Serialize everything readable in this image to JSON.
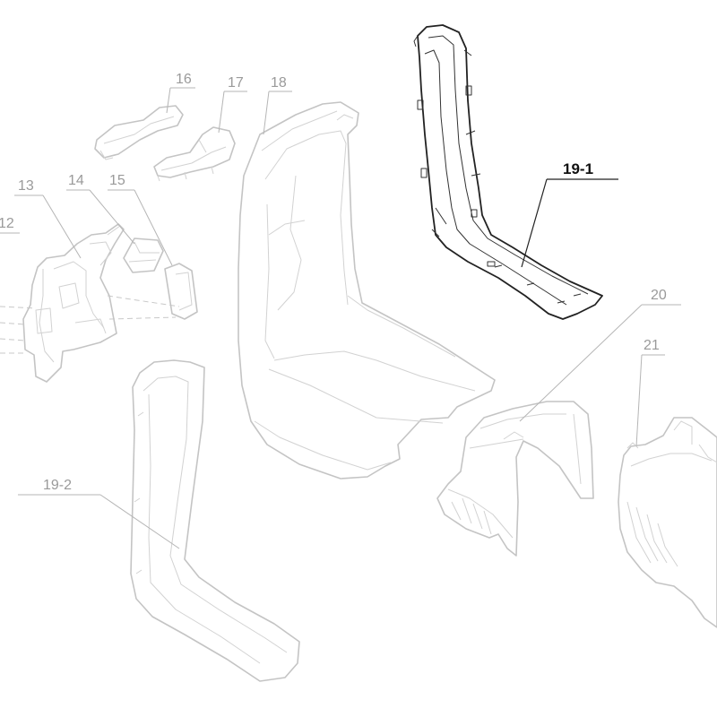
{
  "diagram": {
    "callouts": [
      {
        "id": "12",
        "text": "12"
      },
      {
        "id": "13",
        "text": "13"
      },
      {
        "id": "14",
        "text": "14"
      },
      {
        "id": "15",
        "text": "15"
      },
      {
        "id": "16",
        "text": "16"
      },
      {
        "id": "17",
        "text": "17"
      },
      {
        "id": "18",
        "text": "18"
      },
      {
        "id": "19-1",
        "text": "19-1",
        "highlighted": true
      },
      {
        "id": "19-2",
        "text": "19-2"
      },
      {
        "id": "20",
        "text": "20"
      },
      {
        "id": "21",
        "text": "21"
      }
    ],
    "colors": {
      "highlighted_part": "#222222",
      "faded_part": "#c4c4c4",
      "faded_label": "#9a9a9a"
    }
  }
}
